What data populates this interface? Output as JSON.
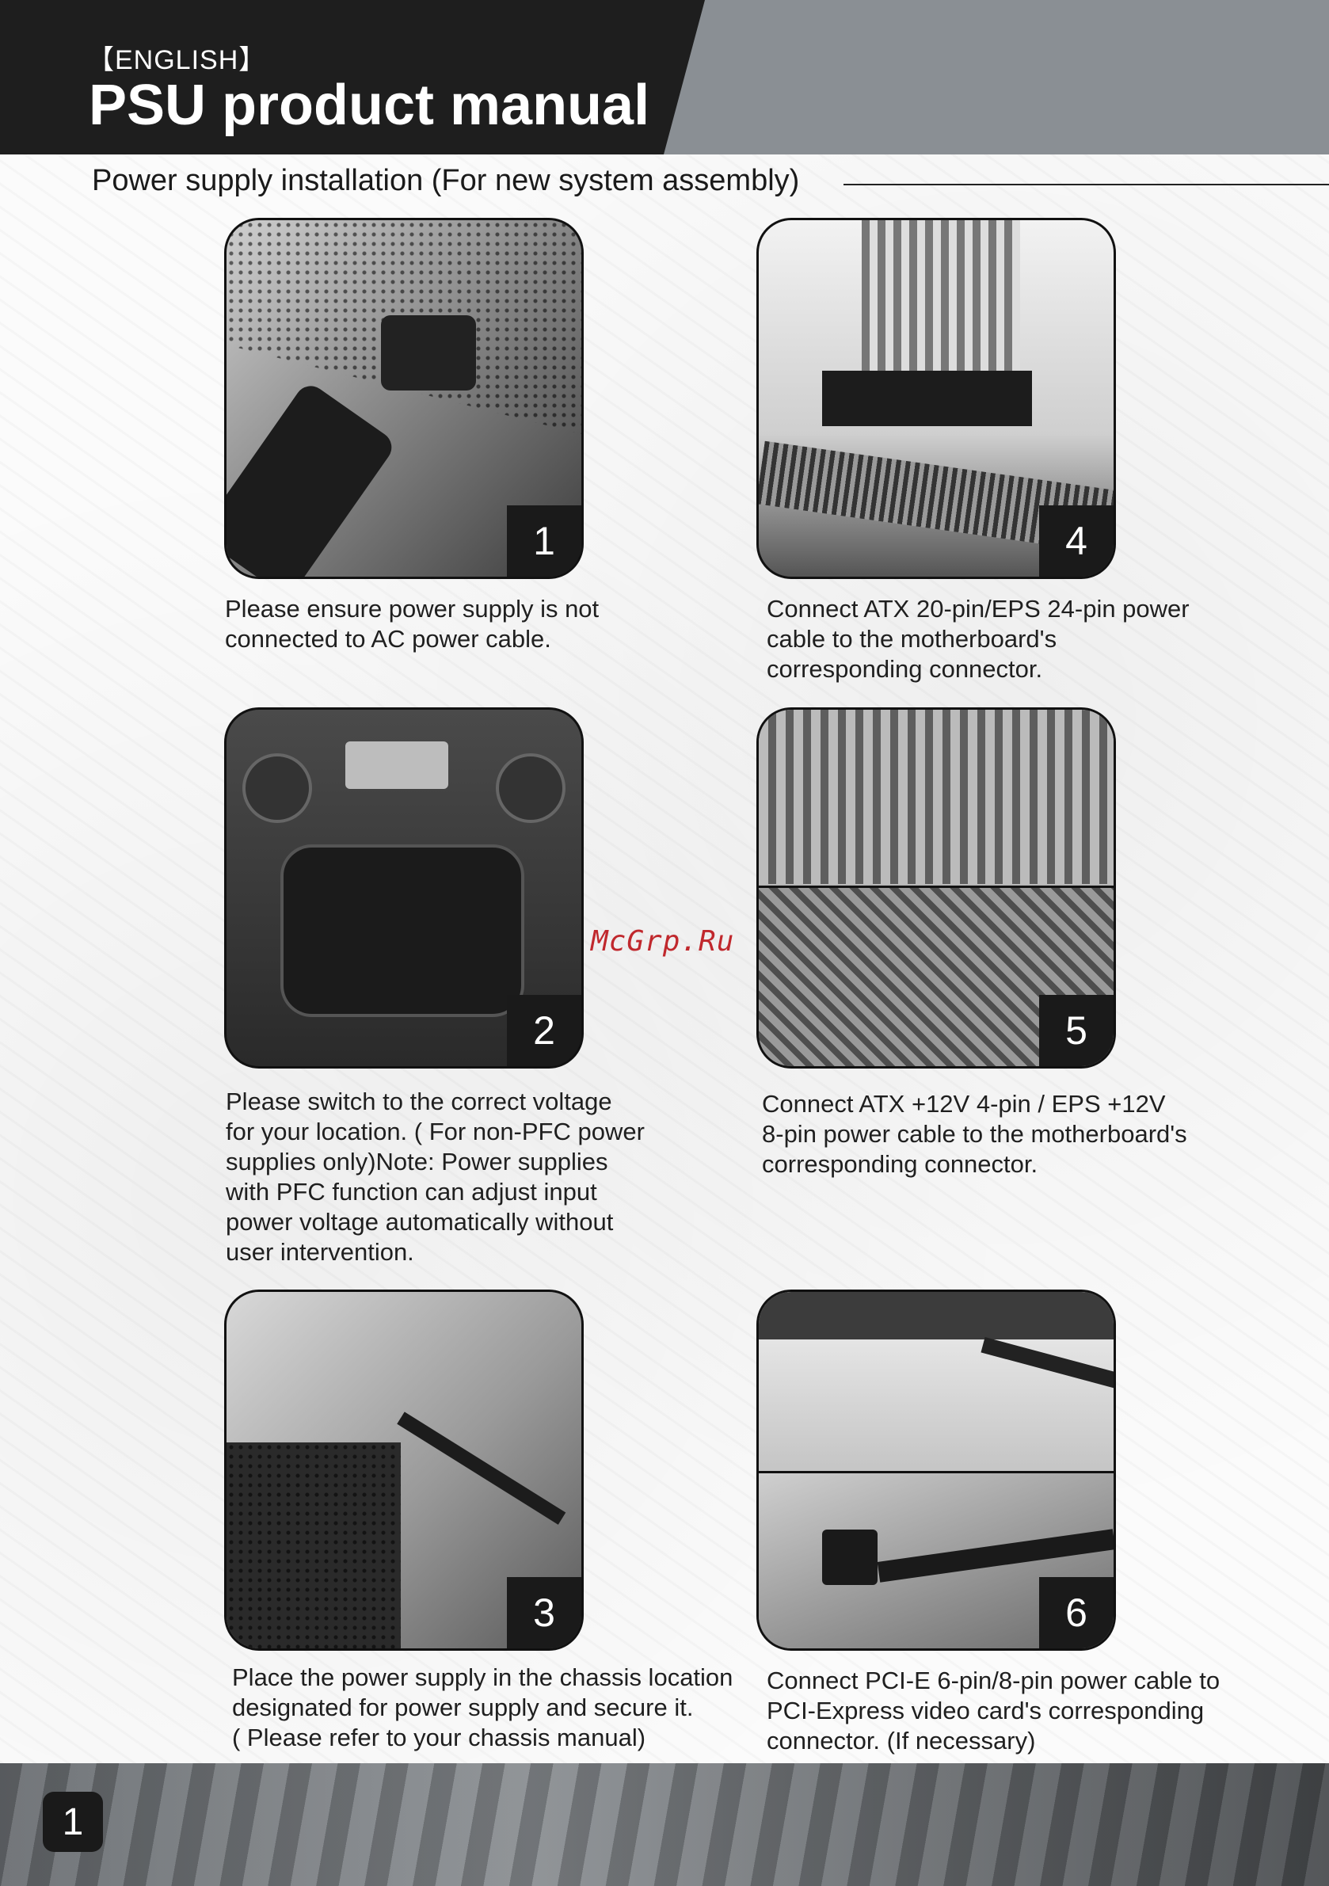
{
  "header": {
    "language": "【ENGLISH】",
    "title": "PSU product manual"
  },
  "section": {
    "title": "Power supply installation (For new system assembly)"
  },
  "steps": [
    {
      "number": "1",
      "lines": [
        "Please ensure power supply is not",
        "connected to AC power cable."
      ]
    },
    {
      "number": "2",
      "lines": [
        "Please switch to the correct voltage",
        "for your location. ( For non-PFC power",
        "supplies only)Note: Power supplies",
        "with PFC function can adjust input",
        "power voltage automatically without",
        "user intervention."
      ]
    },
    {
      "number": "3",
      "lines": [
        "Place the power supply in the chassis location",
        "designated for power supply and secure it.",
        "( Please refer to your chassis manual)"
      ]
    },
    {
      "number": "4",
      "lines": [
        "Connect ATX 20-pin/EPS 24-pin power",
        "cable to the motherboard's",
        "corresponding connector."
      ]
    },
    {
      "number": "5",
      "lines": [
        "Connect ATX +12V 4-pin / EPS +12V",
        "8-pin power cable to the motherboard's",
        "corresponding connector."
      ]
    },
    {
      "number": "6",
      "lines": [
        "Connect PCI-E 6-pin/8-pin power cable to",
        "PCI-Express video card's corresponding",
        "connector. (If necessary)"
      ]
    }
  ],
  "watermark": "McGrp.Ru",
  "footer": {
    "page_number": "1"
  }
}
